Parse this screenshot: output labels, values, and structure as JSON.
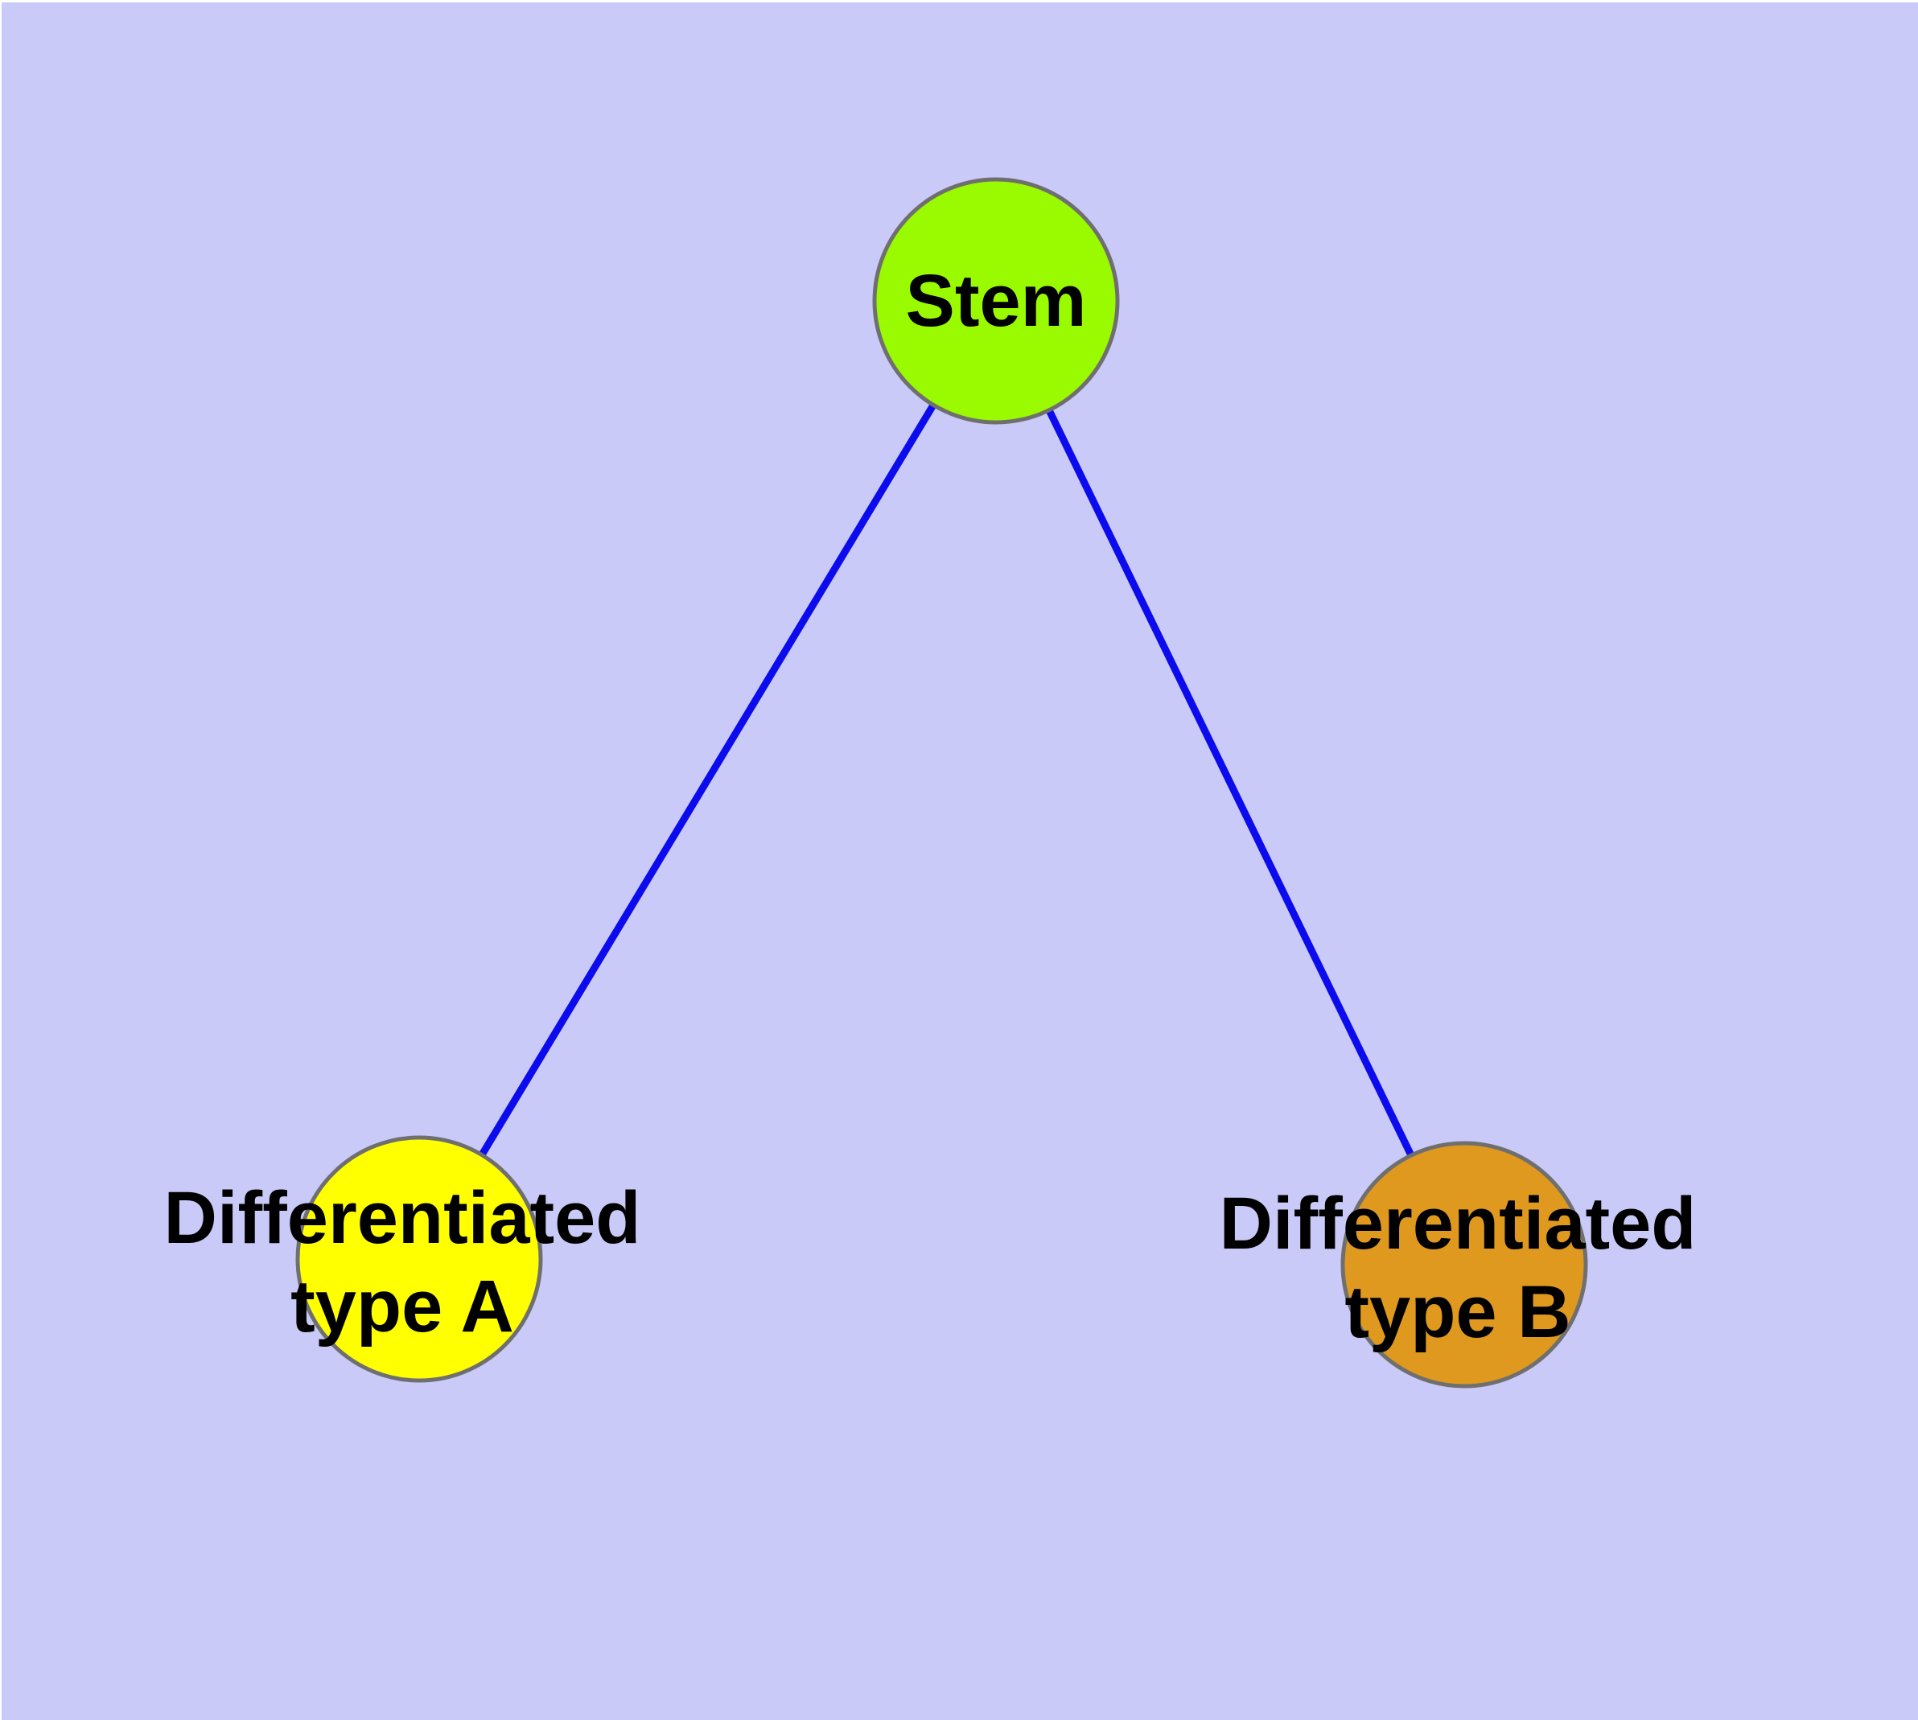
{
  "diagram": {
    "type": "graph",
    "background_color": "#CACAF8",
    "edge_color": "#0B0BEE",
    "node_border_color": "#6F6F6F",
    "text_color": "#000000",
    "nodes": [
      {
        "id": "stem",
        "label": "Stem",
        "label_lines": [
          "Stem"
        ],
        "fill": "#9AFA00"
      },
      {
        "id": "differentiated-type-a",
        "label": "Differentiated type A",
        "label_lines": [
          "Differentiated",
          "type A"
        ],
        "fill": "#FFFF00"
      },
      {
        "id": "differentiated-type-b",
        "label": "Differentiated type B",
        "label_lines": [
          "Differentiated",
          "type B"
        ],
        "fill": "#E0991F"
      }
    ],
    "edges": [
      {
        "from": "Stem",
        "to": "Differentiated type A"
      },
      {
        "from": "Stem",
        "to": "Differentiated type B"
      }
    ]
  }
}
